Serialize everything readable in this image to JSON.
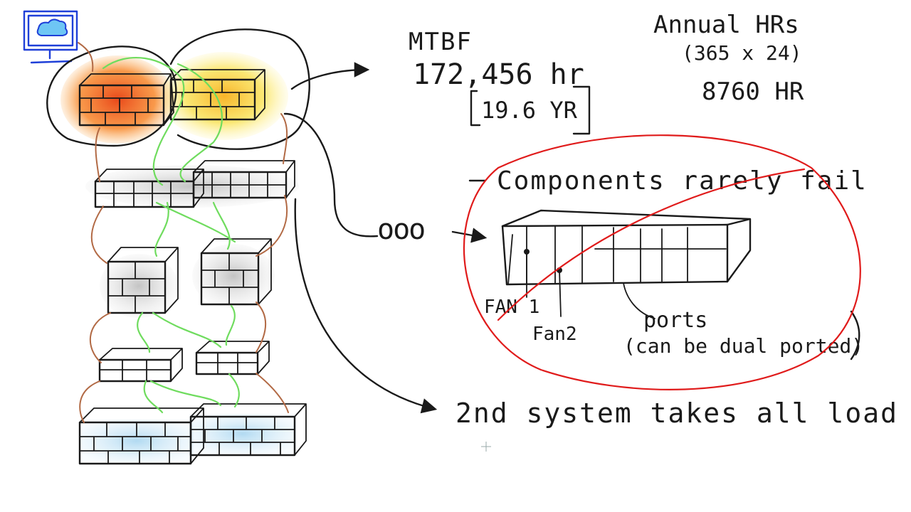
{
  "notes": {
    "mtbf_title": "MTBF",
    "mtbf_hours": "172,456 hr",
    "mtbf_years": "19.6 YR",
    "annual_title": "Annual HRs",
    "annual_formula": "(365 x 24)",
    "annual_value": "8760 HR",
    "components_note": "Components rarely fail",
    "infinity_marks": "ooo",
    "fan1_label": "FAN 1",
    "fan2_label": "Fan2",
    "ports_label": "ports",
    "ports_note": "(can be dual ported)",
    "failover_note": "2nd system takes all load"
  },
  "colors": {
    "ink": "#1a1a1a",
    "firewall_left": "#f07020",
    "firewall_right": "#f7d22a",
    "switch_gray": "#c9c9c9",
    "server_blue": "#bfe0f2",
    "link_green": "#6fdc5e",
    "link_brown": "#b26a45",
    "cross_red": "#e01b1b",
    "monitor_blue": "#1e3fd8"
  }
}
